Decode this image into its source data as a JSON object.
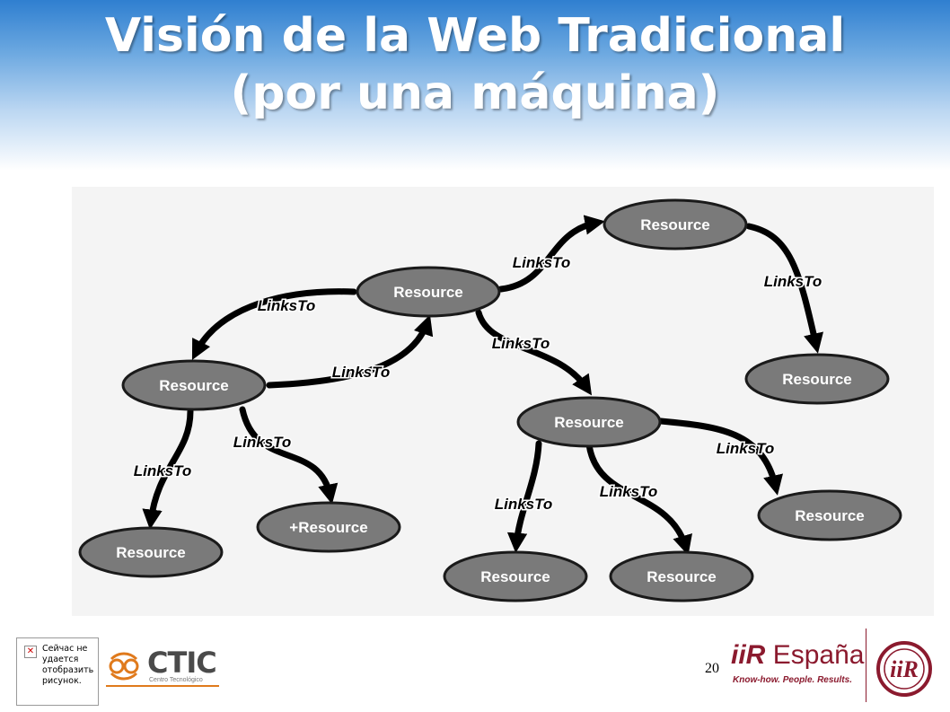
{
  "slide": {
    "title_line1": "Visión de la Web Tradicional",
    "title_line2": "(por una máquina)",
    "slide_number": "20"
  },
  "colors": {
    "title_gradient_top": "#2f7fd0",
    "node_fill": "#7a7a7a",
    "ctic_accent": "#e07a1c",
    "iir_brand": "#8b1a2e"
  },
  "diagram": {
    "nodes": [
      {
        "id": "n_top",
        "label": "Resource"
      },
      {
        "id": "n_center",
        "label": "Resource"
      },
      {
        "id": "n_left",
        "label": "Resource"
      },
      {
        "id": "n_right_mid",
        "label": "Resource"
      },
      {
        "id": "n_mid",
        "label": "Resource"
      },
      {
        "id": "n_bottom_left",
        "label": "Resource"
      },
      {
        "id": "n_plus",
        "label": "+Resource"
      },
      {
        "id": "n_mid_right",
        "label": "Resource"
      },
      {
        "id": "n_bottom_mid1",
        "label": "Resource"
      },
      {
        "id": "n_bottom_mid2",
        "label": "Resource"
      }
    ],
    "edges": [
      {
        "from": "n_center",
        "to": "n_top",
        "label": "LinksTo"
      },
      {
        "from": "n_top",
        "to": "n_right_mid",
        "label": "LinksTo"
      },
      {
        "from": "n_center",
        "to": "n_left",
        "label": "LinksTo"
      },
      {
        "from": "n_left",
        "to": "n_center",
        "label": "LinksTo"
      },
      {
        "from": "n_center",
        "to": "n_mid",
        "label": "LinksTo"
      },
      {
        "from": "n_left",
        "to": "n_bottom_left",
        "label": "LinksTo"
      },
      {
        "from": "n_left",
        "to": "n_plus",
        "label": "LinksTo"
      },
      {
        "from": "n_mid",
        "to": "n_mid_right",
        "label": "LinksTo"
      },
      {
        "from": "n_mid",
        "to": "n_bottom_mid1",
        "label": "LinksTo"
      },
      {
        "from": "n_mid",
        "to": "n_bottom_mid2",
        "label": "LinksTo"
      }
    ]
  },
  "footer": {
    "broken_image_text": "Сейчас не\nудается\nотобразить\nрисунок.",
    "ctic_name": "CTIC",
    "ctic_subtitle": "Centro Tecnológico",
    "iir_name": "iiR",
    "iir_country": "España",
    "iir_tagline": "Know-how. People. Results.",
    "seal_letters": "iiR"
  }
}
